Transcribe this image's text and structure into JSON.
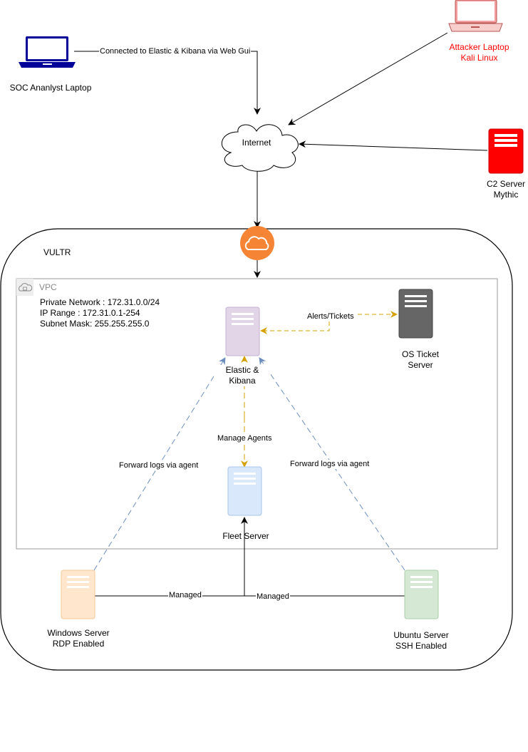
{
  "colors": {
    "red": "#ff0000",
    "laptop_blue": "#000099",
    "attacker_pink": "#f2a0a0",
    "cloud_orange": "#f58534",
    "elastic_purple": "#e1d5e7",
    "fleet_blue": "#dae8fc",
    "windows_orange": "#ffe6cc",
    "ubuntu_green": "#d5e8d4",
    "ticket_grey": "#666666",
    "agent_line_blue": "#6c8ebf",
    "manage_line_gold": "#d6a000"
  },
  "nodes": {
    "soc_laptop": {
      "label": "SOC Ananlyst Laptop",
      "icon": "laptop-icon"
    },
    "attacker_laptop": {
      "lines": [
        "Attacker Laptop",
        "Kali Linux"
      ],
      "icon": "laptop-icon"
    },
    "internet": {
      "label": "Internet",
      "icon": "cloud-icon"
    },
    "c2_server": {
      "lines": [
        "C2 Server",
        "Mythic"
      ],
      "icon": "server-icon"
    },
    "vultr": {
      "label": "VULTR",
      "icon": "cloud-gateway-icon"
    },
    "vpc": {
      "label": "VPC",
      "icon": "vpc-cloud-lock-icon",
      "details": [
        "Private Network : 172.31.0.0/24",
        "IP Range : 172.31.0.1-254",
        "Subnet Mask: 255.255.255.0"
      ]
    },
    "elastic": {
      "lines": [
        "Elastic &",
        "Kibana"
      ],
      "icon": "server-icon"
    },
    "os_ticket": {
      "lines": [
        "OS Ticket",
        "Server"
      ],
      "icon": "server-icon"
    },
    "fleet": {
      "label": "Fleet Server",
      "icon": "server-icon"
    },
    "windows": {
      "lines": [
        "Windows Server",
        "RDP Enabled"
      ],
      "icon": "server-icon"
    },
    "ubuntu": {
      "lines": [
        "Ubuntu Server",
        "SSH Enabled"
      ],
      "icon": "server-icon"
    }
  },
  "edges": {
    "soc_to_internet": "Connected to Elastic & Kibana via Web Gui",
    "alerts": "Alerts/Tickets",
    "manage_agents": "Manage Agents",
    "forward_left": "Forward logs via agent",
    "forward_right": "Forward logs via agent",
    "managed_left": "Managed",
    "managed_right": "Managed"
  }
}
